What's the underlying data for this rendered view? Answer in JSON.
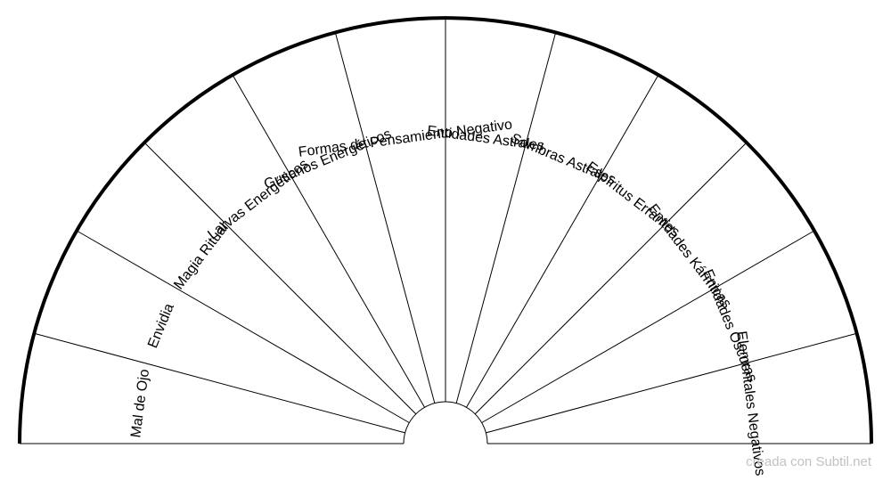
{
  "chart": {
    "sectors": [
      "Mal de Ojo",
      "Envidia",
      "Magia Ritual",
      "Larvas Energéticos",
      "Gusanos Energéticos",
      "Formas de Pensamiento Negativo",
      "Entidades Astrales",
      "Sombras Astrales",
      "Espíritus Errantes",
      "Entidades Kármicas",
      "Entidades Oscuras",
      "Elementales Negativos"
    ]
  },
  "footer": {
    "credit": "creada con Subtil.net"
  },
  "colors": {
    "line": "#000000",
    "credit": "#c2c2c2"
  }
}
